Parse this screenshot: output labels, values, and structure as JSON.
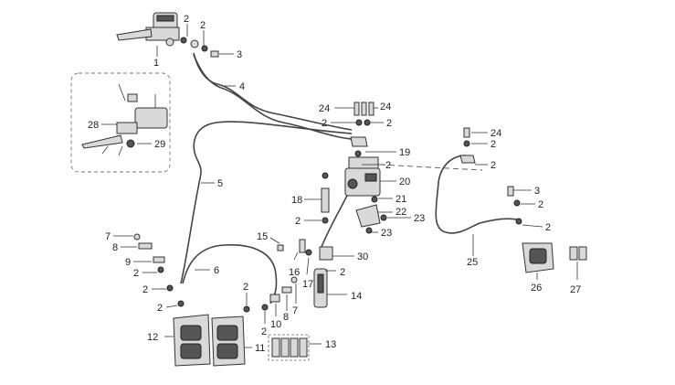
{
  "callouts": [
    {
      "id": "c1",
      "text": "1"
    },
    {
      "id": "c2a",
      "text": "2"
    },
    {
      "id": "c2b",
      "text": "2"
    },
    {
      "id": "c3a",
      "text": "3"
    },
    {
      "id": "c4",
      "text": "4"
    },
    {
      "id": "c5",
      "text": "5"
    },
    {
      "id": "c6",
      "text": "6"
    },
    {
      "id": "c7a",
      "text": "7"
    },
    {
      "id": "c8a",
      "text": "8"
    },
    {
      "id": "c9",
      "text": "9"
    },
    {
      "id": "c2c",
      "text": "2"
    },
    {
      "id": "c2d",
      "text": "2"
    },
    {
      "id": "c2e",
      "text": "2"
    },
    {
      "id": "c12",
      "text": "12"
    },
    {
      "id": "c11",
      "text": "11"
    },
    {
      "id": "c13",
      "text": "13"
    },
    {
      "id": "c2f",
      "text": "2"
    },
    {
      "id": "c2g",
      "text": "2"
    },
    {
      "id": "c10",
      "text": "10"
    },
    {
      "id": "c8b",
      "text": "8"
    },
    {
      "id": "c7b",
      "text": "7"
    },
    {
      "id": "c15",
      "text": "15"
    },
    {
      "id": "c16",
      "text": "16"
    },
    {
      "id": "c17",
      "text": "17"
    },
    {
      "id": "c30",
      "text": "30"
    },
    {
      "id": "c2h",
      "text": "2"
    },
    {
      "id": "c14",
      "text": "14"
    },
    {
      "id": "c18",
      "text": "18"
    },
    {
      "id": "c2i",
      "text": "2"
    },
    {
      "id": "c20",
      "text": "20"
    },
    {
      "id": "c21",
      "text": "21"
    },
    {
      "id": "c22",
      "text": "22"
    },
    {
      "id": "c23a",
      "text": "23"
    },
    {
      "id": "c23b",
      "text": "23"
    },
    {
      "id": "c19",
      "text": "19"
    },
    {
      "id": "c2j",
      "text": "2"
    },
    {
      "id": "c24a",
      "text": "24"
    },
    {
      "id": "c24b",
      "text": "24"
    },
    {
      "id": "c2k",
      "text": "2"
    },
    {
      "id": "c2l",
      "text": "2"
    },
    {
      "id": "c24c",
      "text": "24"
    },
    {
      "id": "c2m",
      "text": "2"
    },
    {
      "id": "c2n",
      "text": "2"
    },
    {
      "id": "c3b",
      "text": "3"
    },
    {
      "id": "c2o",
      "text": "2"
    },
    {
      "id": "c2p",
      "text": "2"
    },
    {
      "id": "c25",
      "text": "25"
    },
    {
      "id": "c26",
      "text": "26"
    },
    {
      "id": "c27",
      "text": "27"
    },
    {
      "id": "c28",
      "text": "28"
    },
    {
      "id": "c29",
      "text": "29"
    }
  ]
}
